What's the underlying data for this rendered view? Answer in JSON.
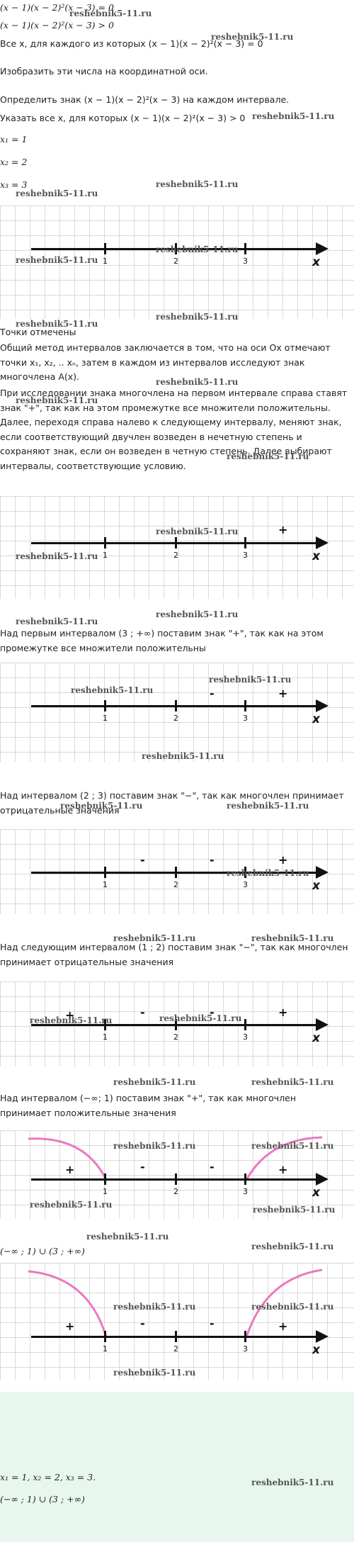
{
  "intro": {
    "eq1": "(x − 1)(x − 2)²(x − 3) = 0",
    "ineq": "(x − 1)(x − 2)²(x − 3) > 0",
    "task_a": "Все x, для каждого из которых (x − 1)(x − 2)²(x − 3) = 0",
    "task_b": "Изобразить эти числа на координатной оси.",
    "task_c": "Определить знак (x − 1)(x − 2)²(x − 3) на каждом интервале.",
    "task_d": "Указать все x, для которых (x − 1)(x − 2)²(x − 3) > 0",
    "root1": "x₁ = 1",
    "root2": "x₂ = 2",
    "root3": "x₃ = 3"
  },
  "axis": {
    "tick1": "1",
    "tick2": "2",
    "tick3": "3",
    "xlabel": "x",
    "plus": "+",
    "minus": "-"
  },
  "text": {
    "points_marked": "Точки отмечены",
    "method": "Общий метод интервалов заключается в том, что на оси Ox отмечают точки x₁, x₂, .. xₙ, затем в каждом из интервалов исследуют знак многочлена A(x).",
    "rule": "При исследовании знака многочлена на первом интервале справа ставят знак \"+\", так как на этом промежутке все множители положительны. Далее, переходя справа налево к следующему интервалу, меняют знак, если соответствующий двучлен возведен в нечетную степень и сохраняют знак, если он возведен в четную степень. Далее выбирают интервалы, соответствующие условию.",
    "step1": "Над первым интервалом (3 ; +∞) поставим знак \"+\", так как на этом промежутке все множители положительны",
    "step2": "Над интервалом (2 ; 3) поставим знак \"−\", так как многочлен принимает отрицательные значения",
    "step3": "Над следующим интервалом (1 ; 2) поставим знак \"−\", так как многочлен принимает отрицательные значения",
    "step4": "Над интервалом (−∞; 1) поставим знак \"+\", так как многочлен принимает положительные значения",
    "result": "(−∞ ; 1) ∪ (3 ; +∞)"
  },
  "answer": {
    "roots": "x₁ = 1, x₂ = 2, x₃ = 3.",
    "interval": "(−∞ ; 1) ∪ (3 ; +∞)"
  },
  "watermark": "reshebnik5-11.ru",
  "colors": {
    "arc": "#e87ac2",
    "answer_bg": "#e8f7ee"
  }
}
